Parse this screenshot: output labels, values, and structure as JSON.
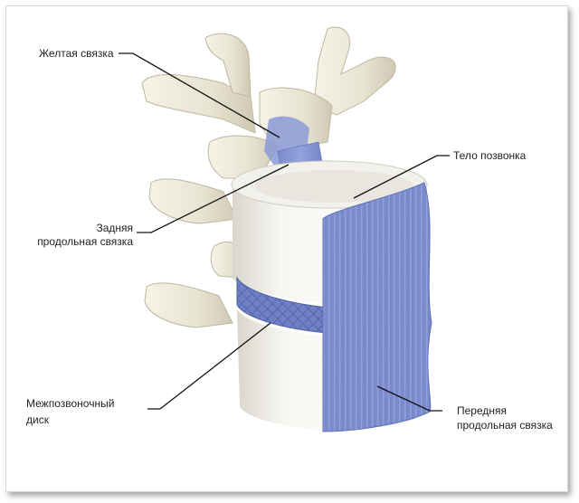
{
  "labels": {
    "yellow_ligament": "Желтая связка",
    "posterior_line1": "Задняя",
    "posterior_line2": "продольная связка",
    "vertebral_body": "Тело позвонка",
    "disc_line1": "Межпозвоночный",
    "disc_line2": "диск",
    "anterior_line1": "Передняя",
    "anterior_line2": "продольная связка"
  },
  "colors": {
    "bone": "#eeeadb",
    "bone_shadow": "#cfc9b3",
    "ligament": "#8b9bd6",
    "ligament_dark": "#6f7fc2",
    "leader_line": "#111111"
  }
}
